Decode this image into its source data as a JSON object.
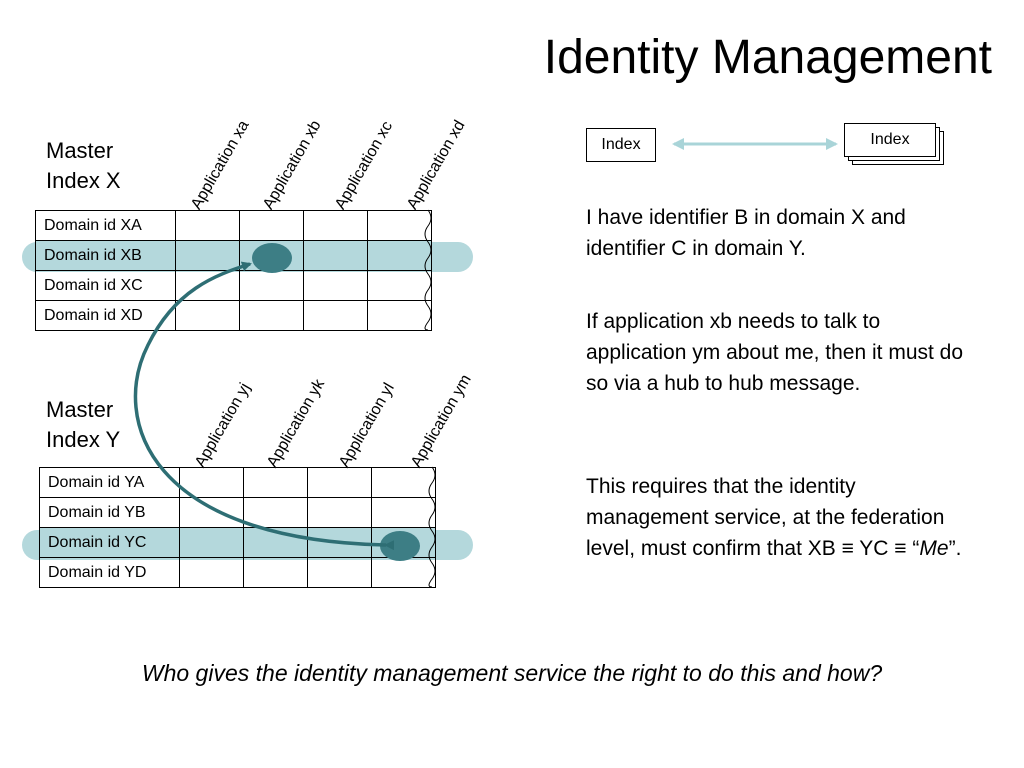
{
  "title": "Identity Management",
  "master_x": {
    "line1": "Master",
    "line2": "Index X"
  },
  "master_y": {
    "line1": "Master",
    "line2": "Index Y"
  },
  "apps_x": [
    "Application xa",
    "Application xb",
    "Application xc",
    "Application xd"
  ],
  "apps_y": [
    "Application yj",
    "Application yk",
    "Application yl",
    "Application ym"
  ],
  "domains_x": [
    "Domain id XA",
    "Domain id XB",
    "Domain id XC",
    "Domain id XD"
  ],
  "domains_y": [
    "Domain id YA",
    "Domain id YB",
    "Domain id YC",
    "Domain id YD"
  ],
  "index_diagram": {
    "left_label": "Index",
    "right_label": "Index"
  },
  "text": {
    "p1": "I have identifier B in domain X and identifier C in domain Y.",
    "p2": "If application xb needs to talk to application ym about me, then it must do so via a hub to hub message.",
    "p3_before": "This requires that the identity management service, at the federation level, must confirm that XB ≡ YC ≡ “",
    "p3_em": "Me",
    "p3_after": "”."
  },
  "question": "Who gives the identity management service the right to do this and how?",
  "colors": {
    "highlight": "#b4d8dc",
    "dot": "#3d7e85",
    "arrow": "#2e6e74",
    "double_arrow": "#a9d4d8"
  }
}
